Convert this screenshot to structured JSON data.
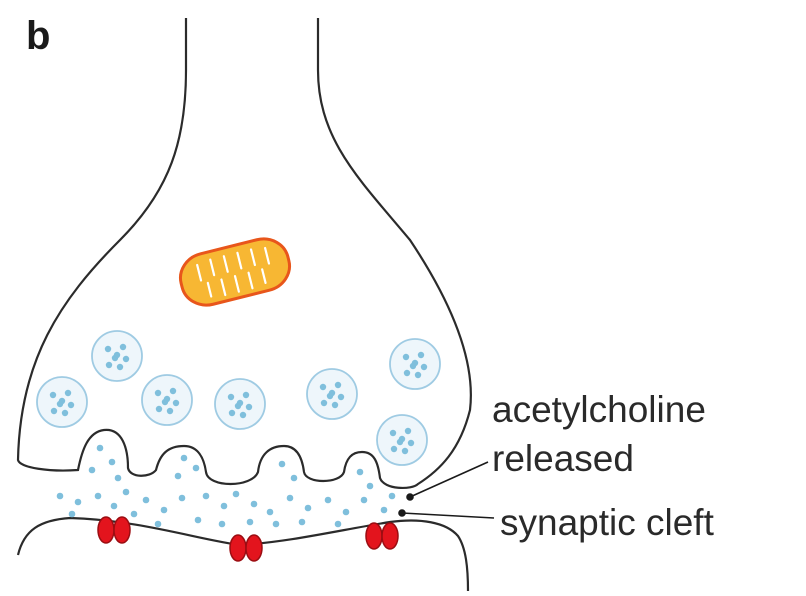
{
  "figure": {
    "panel_label": "b",
    "labels": {
      "acetylcholine_line1": "acetylcholine",
      "acetylcholine_line2": "released",
      "synaptic_cleft": "synaptic cleft"
    }
  },
  "colors": {
    "outline": "#2b2b2b",
    "vesicle_fill": "#eef6fb",
    "vesicle_stroke": "#9fcbe3",
    "molecule": "#7fbfdc",
    "mitochondrion_fill": "#f7b733",
    "mitochondrion_stroke": "#e8561b",
    "receptor": "#e3141d"
  }
}
